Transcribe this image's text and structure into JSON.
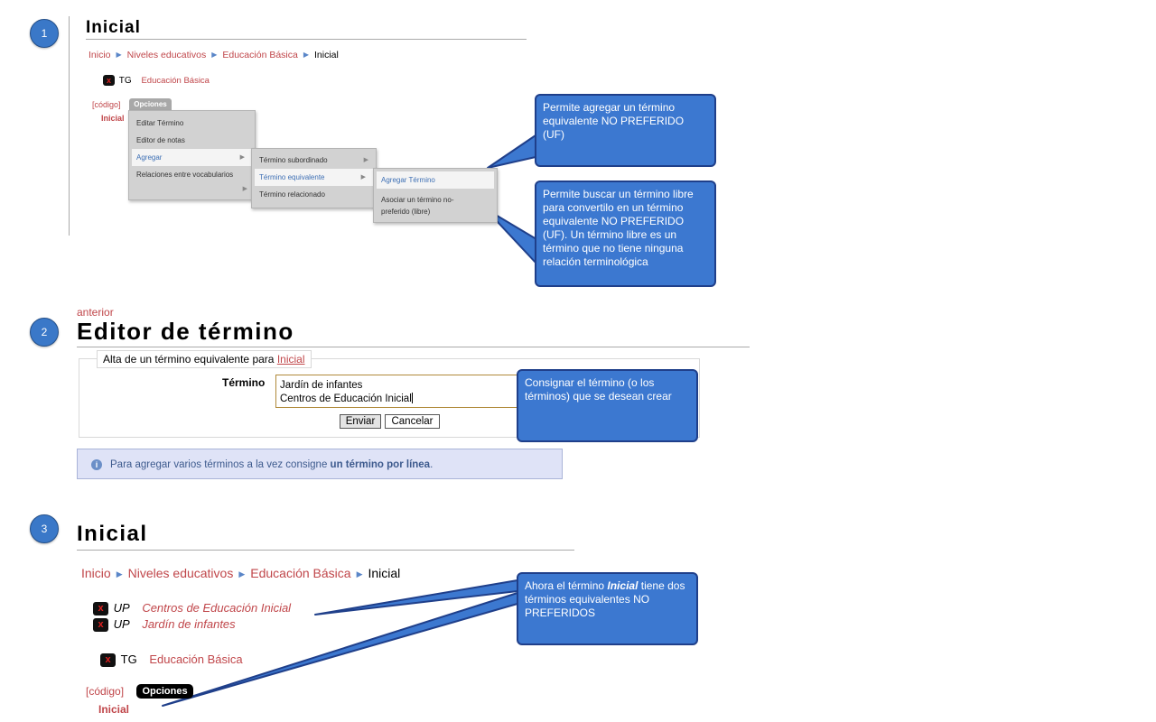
{
  "colors": {
    "callout_fill": "#3c78d0",
    "callout_border": "#1f3f8a",
    "link": "#c0464a",
    "step_badge": "#3a78c8"
  },
  "steps": [
    "1",
    "2",
    "3"
  ],
  "panel1": {
    "title": "Inicial",
    "breadcrumb": [
      "Inicio",
      "Niveles educativos",
      "Educación Básica"
    ],
    "breadcrumb_current": "Inicial",
    "tg_label": "TG",
    "tg_link": "Educación Básica",
    "x_mark": "x",
    "codigo": "[código]",
    "opciones": "Opciones",
    "term": "Inicial",
    "menu1": [
      "Editar Término",
      "Editor de notas",
      "Agregar",
      "Relaciones entre vocabularios"
    ],
    "menu2": [
      "Término subordinado",
      "Término equivalente",
      "Término relacionado"
    ],
    "menu3": [
      "Agregar Término",
      "Asociar un término no-",
      "preferido (libre)"
    ],
    "callout_a": "Permite agregar un término equivalente NO PREFERIDO (UF)",
    "callout_b": "Permite buscar un término libre para convertilo en un término equivalente NO PREFERIDO (UF). Un término libre es un término que no tiene ninguna relación terminológica"
  },
  "panel2": {
    "back_link": "anterior",
    "title": "Editor de término",
    "legend_prefix": "Alta de un término equivalente para",
    "legend_link": "Inicial",
    "field_label": "Término",
    "textarea_line1": "Jardín de infantes",
    "textarea_line2": "Centros de Educación Inicial",
    "submit_label": "Enviar",
    "cancel_label": "Cancelar",
    "info_prefix": "Para agregar varios términos a la vez consigne",
    "info_bold": "un término por línea",
    "info_suffix": ".",
    "callout": "Consignar el término (o los términos) que se desean crear"
  },
  "panel3": {
    "title": "Inicial",
    "breadcrumb": [
      "Inicio",
      "Niveles educativos",
      "Educación Básica"
    ],
    "breadcrumb_current": "Inicial",
    "up_label": "UP",
    "up_terms": [
      "Centros de Educación Inicial",
      "Jardín de infantes"
    ],
    "tg_label": "TG",
    "tg_link": "Educación Básica",
    "x_mark": "x",
    "codigo": "[código]",
    "opciones": "Opciones",
    "term": "Inicial",
    "callout_pre": "Ahora el término",
    "callout_em": "Inicial",
    "callout_post": "tiene dos términos equivalentes NO PREFERIDOS"
  }
}
